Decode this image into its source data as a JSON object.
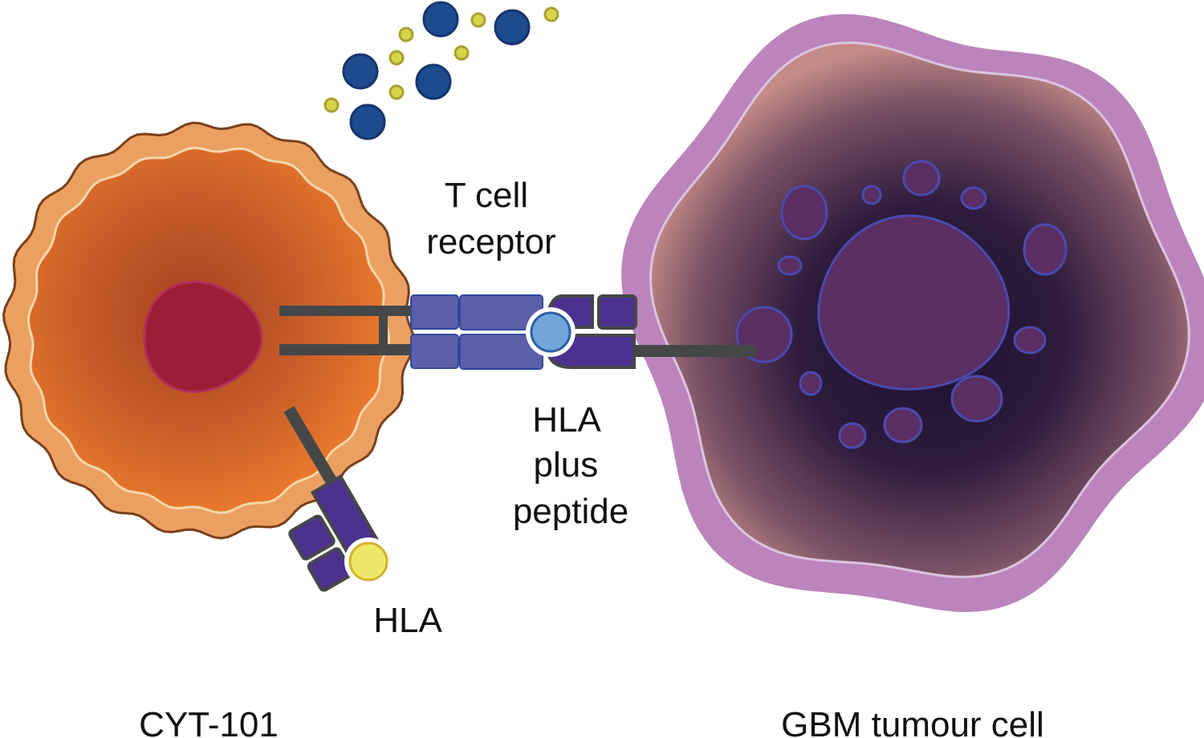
{
  "labels": {
    "t_cell_receptor": [
      "T cell",
      "receptor"
    ],
    "hla_plus_peptide": [
      "HLA",
      "plus",
      "peptide"
    ],
    "hla": "HLA",
    "cyt101": "CYT-101",
    "gbm": "GBM tumour cell"
  },
  "colors": {
    "t_cell_outer": "#EBA062",
    "t_cell_core": "#B04A25",
    "t_cell_edge": "#E37A2E",
    "t_nucleus": "#9B1E36",
    "tumour_outer": "#BC84BC",
    "tumour_core": "#23142F",
    "tumour_edge": "#C08A84",
    "tumour_nucleus": "#5A2E62",
    "receptor_blue": "#5C5EA8",
    "hla_purple": "#4B3090",
    "peptide_blue": "#72A6D8",
    "peptide_yellow": "#EDE86A",
    "cytokine_blue": "#1E4A8E",
    "cytokine_yellow": "#D8D44A",
    "stalk_gray": "#454747"
  }
}
